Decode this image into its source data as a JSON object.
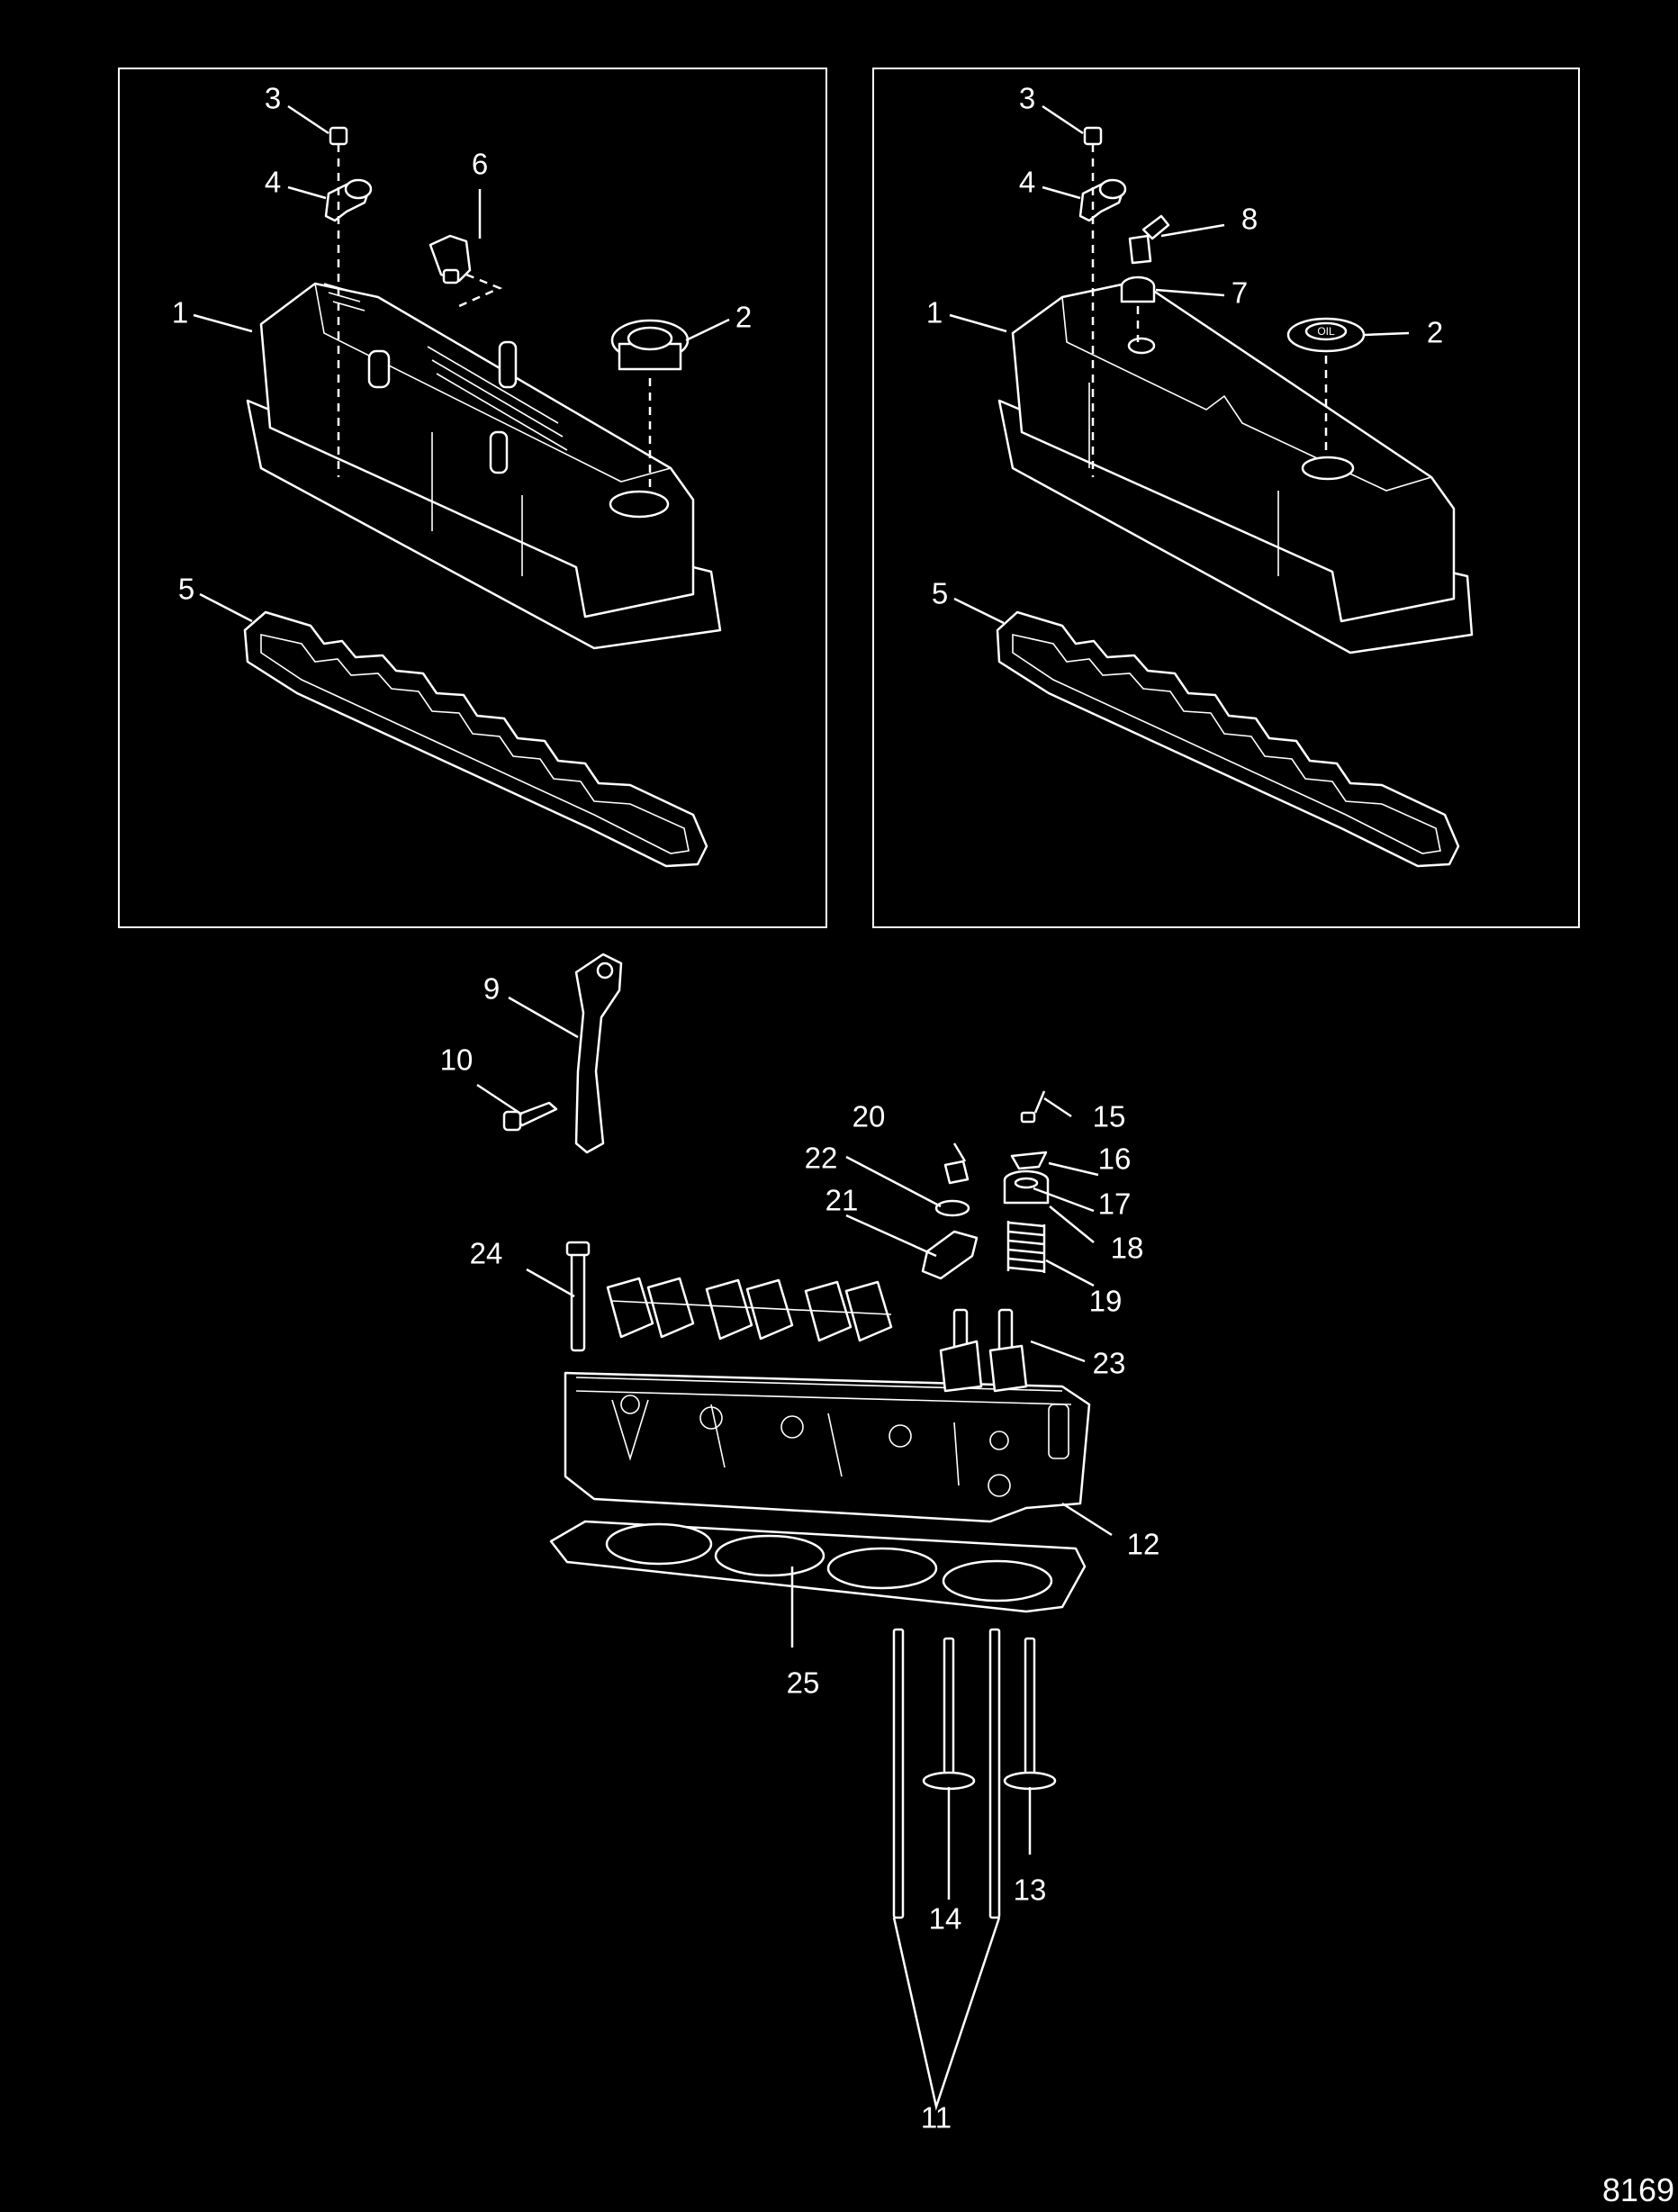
{
  "figure_number": "8169",
  "panel_left": {
    "callouts": [
      "1",
      "2",
      "3",
      "4",
      "5",
      "6"
    ]
  },
  "panel_right": {
    "callouts": [
      "1",
      "2",
      "3",
      "4",
      "5",
      "7",
      "8"
    ]
  },
  "cylinder_head": {
    "callouts": [
      "9",
      "10",
      "11",
      "12",
      "13",
      "14",
      "15",
      "16",
      "17",
      "18",
      "19",
      "20",
      "21",
      "22",
      "23",
      "24",
      "25"
    ]
  },
  "cap_text": "OIL"
}
